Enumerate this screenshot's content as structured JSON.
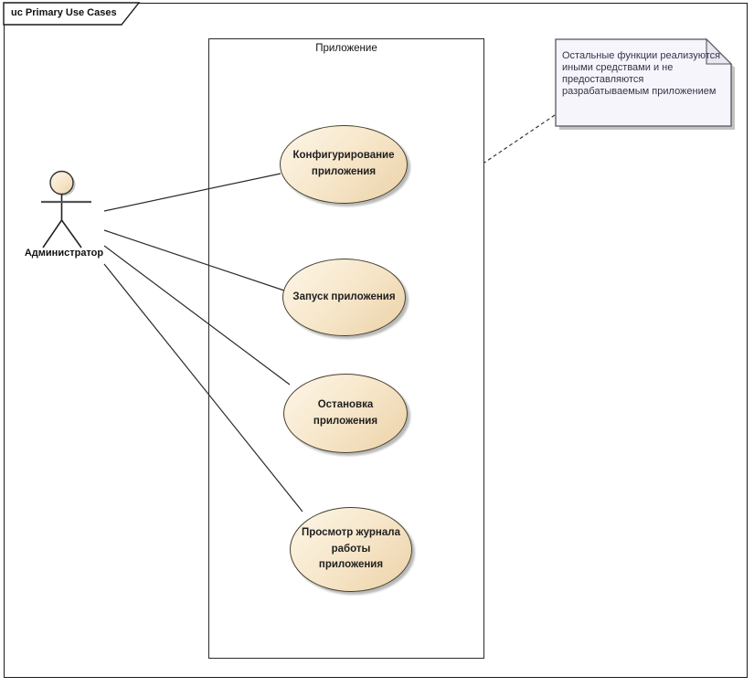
{
  "diagram": {
    "frame_label": "uc Primary Use Cases",
    "boundary": {
      "label": "Приложение"
    },
    "actor": {
      "label": "Администратор"
    },
    "use_cases": [
      {
        "label": "Конфигурирование приложения"
      },
      {
        "label": "Запуск приложения"
      },
      {
        "label": "Остановка приложения"
      },
      {
        "label": "Просмотр журнала работы приложения"
      }
    ],
    "note": {
      "lines": [
        "Остальные функции реализуются",
        "иными средствами и не",
        "предоставляются",
        "разрабатываемым приложением"
      ]
    },
    "colors": {
      "usecase_fill_light": "#fdf6e7",
      "usecase_fill_dark": "#ecd2a8",
      "usecase_border": "#44402f",
      "note_fill": "#f6f5fb",
      "note_border": "#55555f",
      "connector": "#2a2a2a",
      "shadow": "#b9b9b9"
    }
  }
}
